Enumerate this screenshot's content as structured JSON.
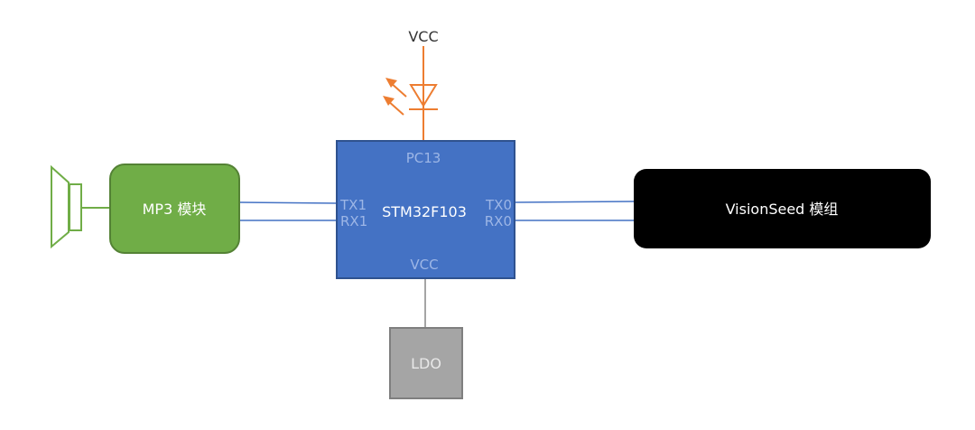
{
  "diagram": {
    "vcc_top_label": "VCC",
    "mcu": {
      "name": "STM32F103",
      "pin_top": "PC13",
      "pin_left_tx": "TX1",
      "pin_left_rx": "RX1",
      "pin_right_tx": "TX0",
      "pin_right_rx": "RX0",
      "pin_bottom": "VCC"
    },
    "mp3_module": {
      "label": "MP3 模块"
    },
    "visionseed_module": {
      "label": "VisionSeed 模组"
    },
    "ldo": {
      "label": "LDO"
    },
    "colors": {
      "mcu_fill": "#4472C4",
      "mcu_border": "#2F528F",
      "mcu_pin_text": "#9DB6E6",
      "mp3_fill": "#70AD47",
      "mp3_border": "#548235",
      "visionseed_fill": "#000000",
      "ldo_fill": "#A5A5A5",
      "ldo_border": "#7F7F7F",
      "led_color": "#ED7D31",
      "signal_line": "#4472C4",
      "power_line": "#A5A5A5"
    }
  }
}
